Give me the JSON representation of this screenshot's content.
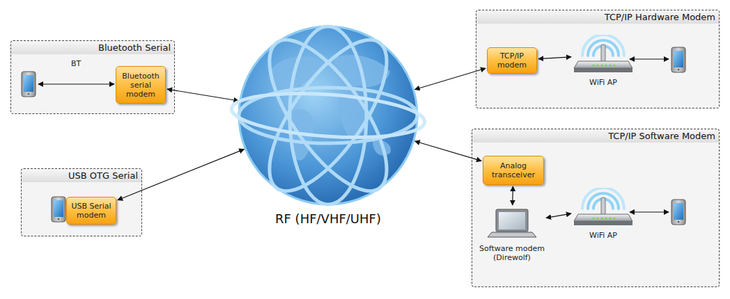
{
  "diagram": {
    "nodes": [
      {
        "text": [
          "Bluetooth Serial"
        ]
      },
      {
        "text": [
          "Bluetooth serial modem"
        ],
        "in": 0
      },
      {
        "text": [
          "USB OTG Serial"
        ]
      },
      {
        "text": [
          "USB Serial modem"
        ],
        "in": 2
      },
      {
        "text": [
          "RF (HF/VHF/UHF)"
        ]
      },
      {
        "text": [
          "TCP/IP Hardware Modem"
        ]
      },
      {
        "text": [
          "TCP/IP modem"
        ],
        "in": 5
      },
      {
        "text": [
          "WiFi AP"
        ],
        "in": 5
      },
      {
        "text": [
          "TCP/IP Software Modem"
        ]
      },
      {
        "text": [
          "Analog transceiver"
        ],
        "in": 8
      },
      {
        "text": [
          "Software modem (Direwolf)"
        ],
        "in": 8
      },
      {
        "text": [
          "WiFi AP"
        ],
        "in": 8
      }
    ],
    "edges": [
      {
        "from": 1,
        "to": 4,
        "arrow": "both"
      },
      {
        "from": 3,
        "to": 4,
        "arrow": "both"
      },
      {
        "from": 4,
        "to": 6,
        "arrow": "both"
      },
      {
        "from": 6,
        "to": 7,
        "arrow": "both"
      },
      {
        "from": 4,
        "to": 9,
        "arrow": "both"
      },
      {
        "from": 9,
        "to": 10,
        "arrow": "both"
      },
      {
        "from": 10,
        "to": 11,
        "arrow": "both"
      }
    ],
    "labels": [
      "BT"
    ]
  }
}
